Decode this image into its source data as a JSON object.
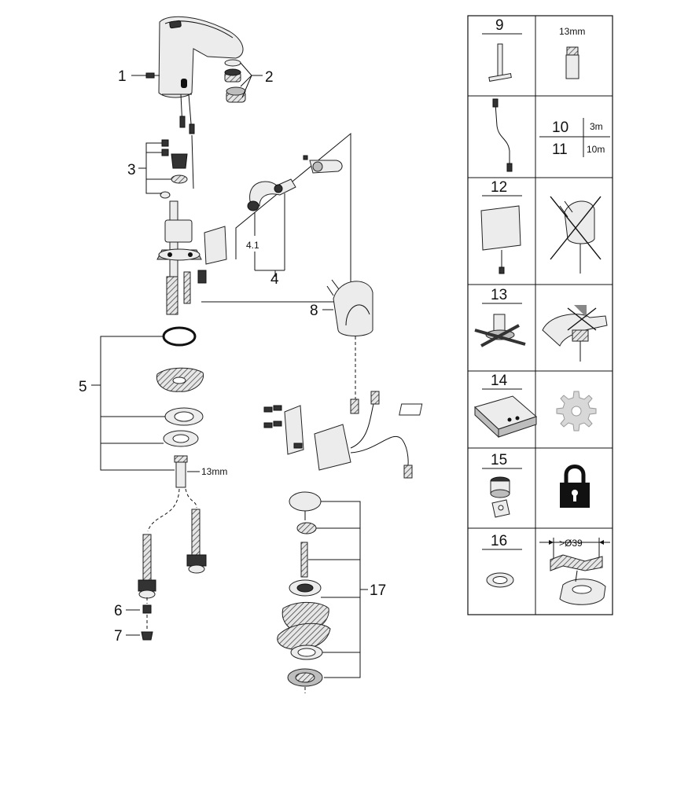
{
  "callouts": {
    "c1": "1",
    "c2": "2",
    "c3": "3",
    "c4": "4",
    "c4_1": "4.1",
    "c5": "5",
    "c6": "6",
    "c7": "7",
    "c8": "8",
    "c17": "17",
    "wrench_size": "13mm"
  },
  "spares_table": {
    "row9": {
      "number": "9",
      "size": "13mm"
    },
    "row10": {
      "number": "10",
      "length": "3m"
    },
    "row11": {
      "number": "11",
      "length": "10m"
    },
    "row12": {
      "number": "12"
    },
    "row13": {
      "number": "13"
    },
    "row14": {
      "number": "14"
    },
    "row15": {
      "number": "15"
    },
    "row16": {
      "number": "16",
      "dimension": ">Ø39"
    }
  },
  "icons": {
    "gear": "gear-icon",
    "padlock": "padlock-icon",
    "crossed_out": "crossed-out-icon"
  }
}
